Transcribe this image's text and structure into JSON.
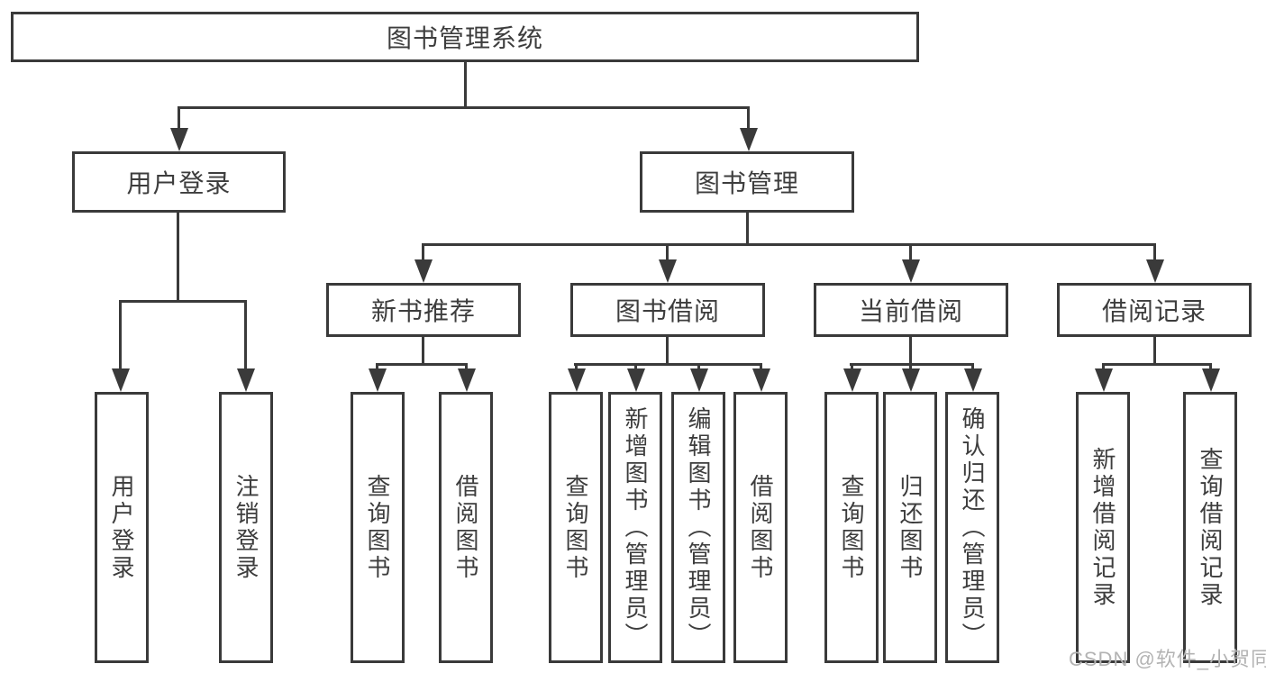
{
  "diagram": {
    "root": {
      "label": "图书管理系统"
    },
    "branches": [
      {
        "label": "用户登录",
        "leaves": [
          {
            "label": "用户登录"
          },
          {
            "label": "注销登录"
          }
        ]
      },
      {
        "label": "图书管理",
        "groups": [
          {
            "label": "新书推荐",
            "leaves": [
              {
                "label": "查询图书"
              },
              {
                "label": "借阅图书"
              }
            ]
          },
          {
            "label": "图书借阅",
            "leaves": [
              {
                "label": "查询图书"
              },
              {
                "label": "新增图书（管理员）"
              },
              {
                "label": "编辑图书（管理员）"
              },
              {
                "label": "借阅图书"
              }
            ]
          },
          {
            "label": "当前借阅",
            "leaves": [
              {
                "label": "查询图书"
              },
              {
                "label": "归还图书"
              },
              {
                "label": "确认归还（管理员）"
              }
            ]
          },
          {
            "label": "借阅记录",
            "leaves": [
              {
                "label": "新增借阅记录"
              },
              {
                "label": "查询借阅记录"
              }
            ]
          }
        ]
      }
    ]
  },
  "watermark": {
    "text": "CSDN @软件_小贺同学"
  },
  "colors": {
    "line": "#3a3a3a",
    "text": "#3d3d3d",
    "watermark": "#b3b3b3",
    "background": "#ffffff"
  }
}
